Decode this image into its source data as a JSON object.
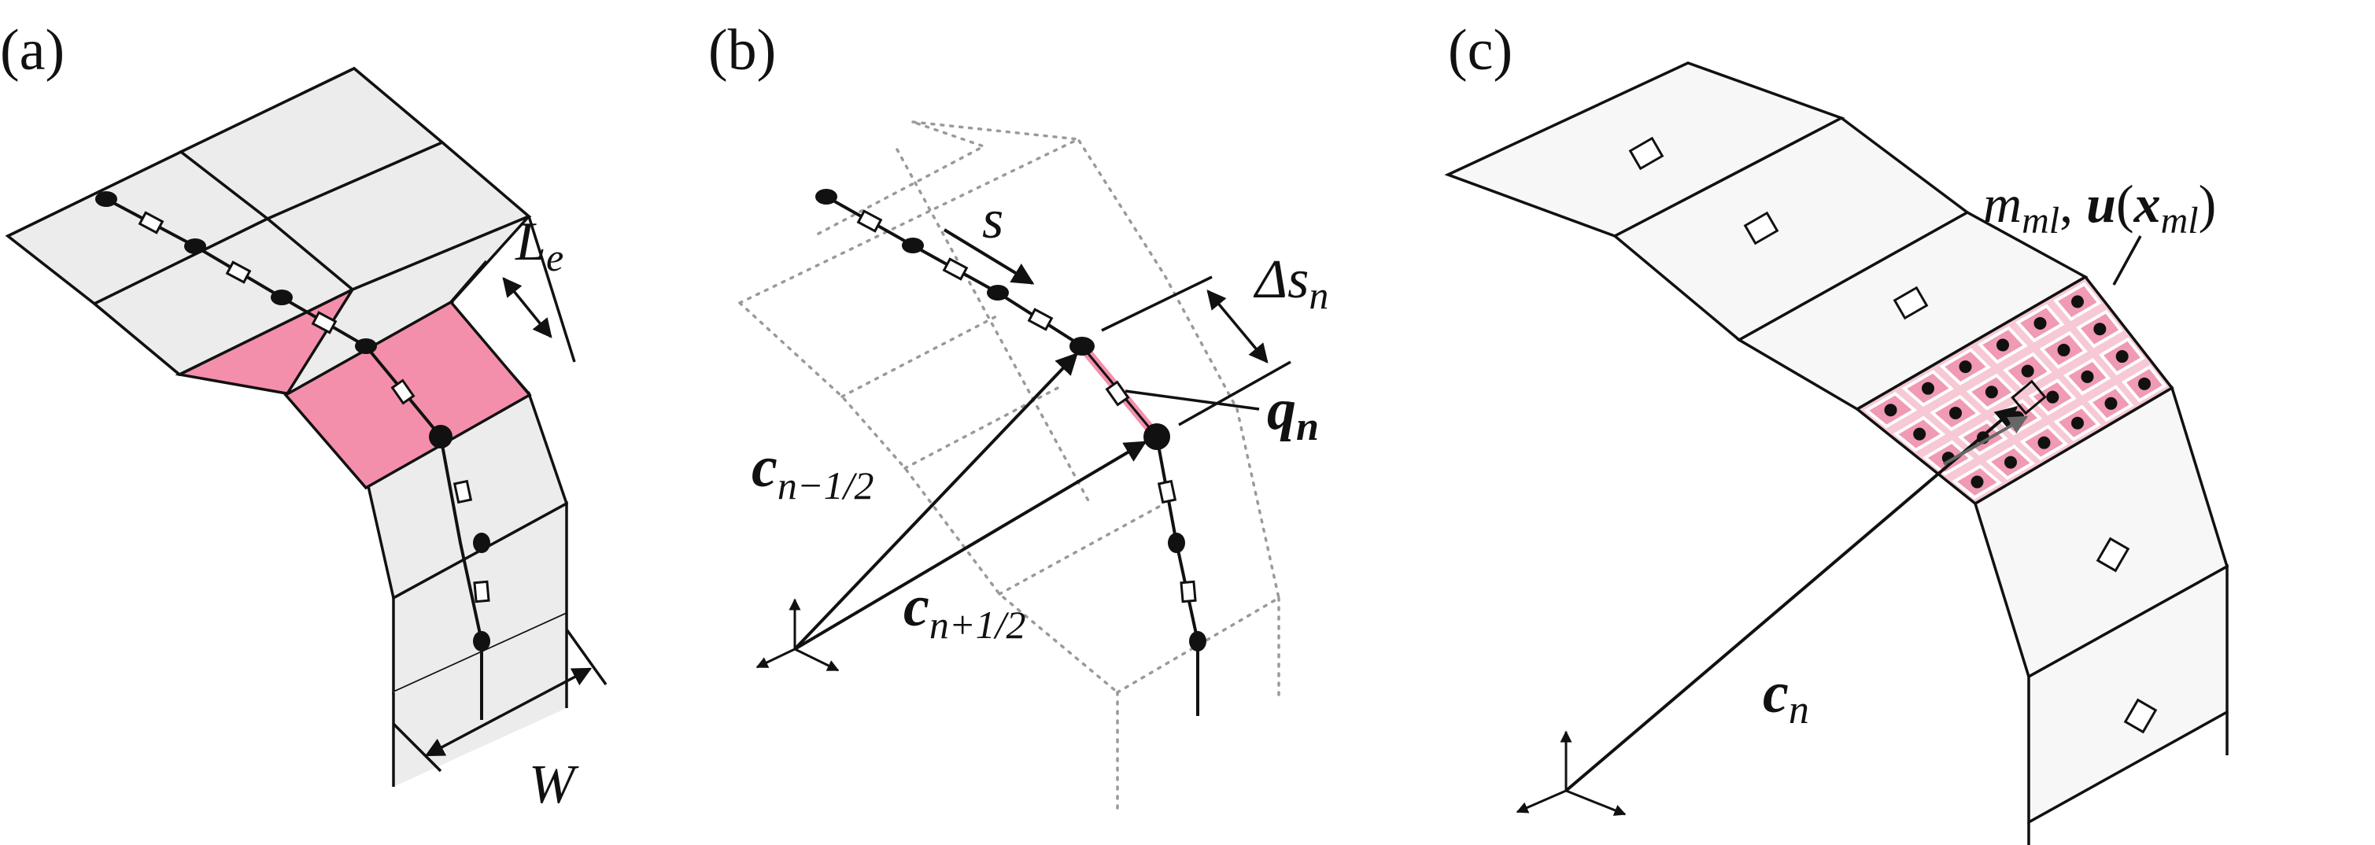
{
  "panels": [
    {
      "id": "a",
      "label": "(a)"
    },
    {
      "id": "b",
      "label": "(b)"
    },
    {
      "id": "c",
      "label": "(c)"
    }
  ],
  "panel_a": {
    "length_symbol": "L",
    "length_subscript": "e",
    "width_symbol": "W"
  },
  "panel_b": {
    "arc_symbol": "s",
    "delta_symbol": "Δs",
    "delta_subscript": "n",
    "q_symbol": "q",
    "q_subscript": "n",
    "c_minus_symbol": "c",
    "c_minus_subscript": "n−1/2",
    "c_plus_symbol": "c",
    "c_plus_subscript": "n+1/2"
  },
  "panel_c": {
    "mass_symbol": "m",
    "mass_subscript": "ml",
    "separator": ", ",
    "u_symbol": "u",
    "paren_open": "(",
    "x_symbol": "x",
    "x_subscript": "ml",
    "paren_close": ")",
    "c_symbol": "c",
    "c_subscript": "n"
  },
  "colors": {
    "ribbon_fill": "#ececec",
    "highlight_fill": "#f48fab",
    "grid_fill": "#f6c9d4",
    "line": "#111111",
    "dotted": "#9a9a9a"
  }
}
